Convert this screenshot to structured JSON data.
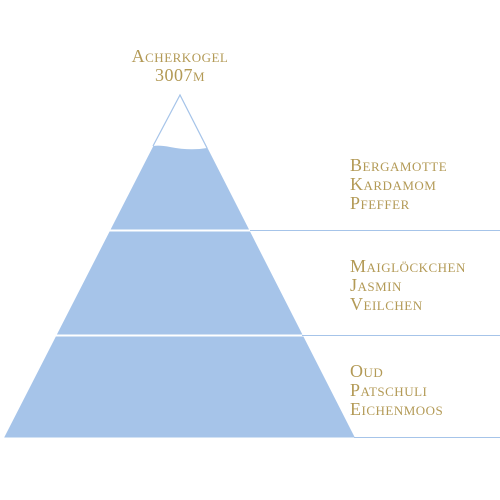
{
  "colors": {
    "pyramid_fill": "#a6c4e9",
    "pyramid_outline": "#a6c4e9",
    "divider": "#a6c4e9",
    "snowcap": "#ffffff",
    "text": "#b39a56"
  },
  "peak": {
    "name": "Acherkogel",
    "elevation": "3007m"
  },
  "layers": [
    {
      "notes": [
        "Bergamotte",
        "Kardamom",
        "Pfeffer"
      ]
    },
    {
      "notes": [
        "Maiglöckchen",
        "Jasmin",
        "Veilchen"
      ]
    },
    {
      "notes": [
        "Oud",
        "Patschuli",
        "Eichenmoos"
      ]
    }
  ]
}
